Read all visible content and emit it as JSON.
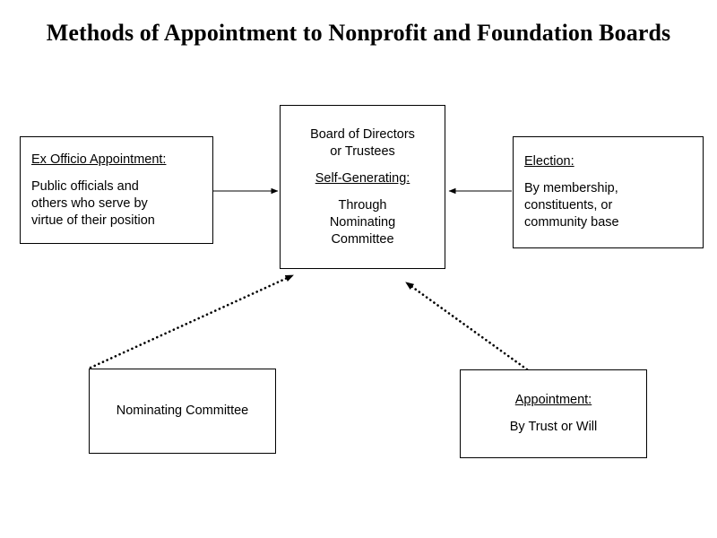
{
  "page": {
    "title": "Methods of Appointment to Nonprofit and Foundation Boards",
    "background_color": "#ffffff",
    "line_color": "#000000"
  },
  "nodes": {
    "center": {
      "name": "board-of-directors",
      "line1": "Board of Directors",
      "line2": "or Trustees",
      "heading": "Self-Generating:",
      "line3": "Through",
      "line4": "Nominating",
      "line5": "Committee"
    },
    "left": {
      "name": "ex-officio-appointment",
      "heading": "Ex Officio Appointment:",
      "line1": "Public officials and",
      "line2": "others who serve by",
      "line3": "virtue of their position"
    },
    "right": {
      "name": "election",
      "heading": "Election:",
      "line1": "By membership,",
      "line2": "constituents, or",
      "line3": "community base"
    },
    "bottom_left": {
      "name": "nominating-committee",
      "line1": "Nominating Committee"
    },
    "bottom_right": {
      "name": "appointment-trust-or-will",
      "heading": "Appointment:",
      "line1": "By Trust or Will"
    }
  },
  "edges": [
    {
      "id": "edge-exofficio-to-board",
      "from": "ex-officio-appointment",
      "to": "board-of-directors",
      "style": "solid",
      "arrow": "end"
    },
    {
      "id": "edge-election-to-board",
      "from": "election",
      "to": "board-of-directors",
      "style": "solid",
      "arrow": "end"
    },
    {
      "id": "edge-nominating-to-board",
      "from": "nominating-committee",
      "to": "board-of-directors",
      "style": "dotted",
      "arrow": "end"
    },
    {
      "id": "edge-appointment-to-board",
      "from": "appointment-trust-or-will",
      "to": "board-of-directors",
      "style": "dotted",
      "arrow": "end"
    }
  ]
}
